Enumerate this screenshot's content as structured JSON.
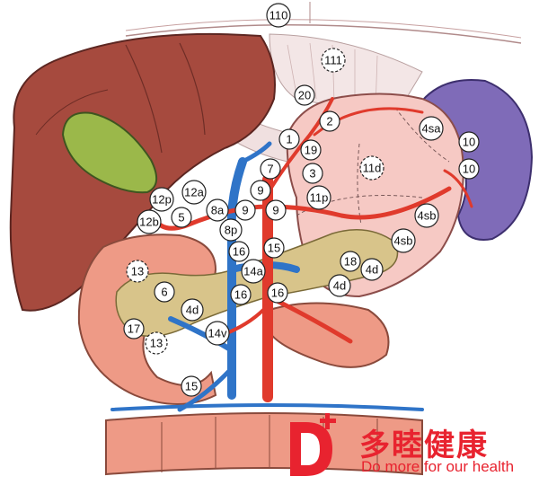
{
  "diagram": {
    "labels": {
      "l110": "110",
      "l111": "111",
      "l20": "20",
      "l2": "2",
      "l1": "1",
      "l19": "19",
      "l4sa": "4sa",
      "l10a": "10",
      "l10b": "10",
      "l7": "7",
      "l3": "3",
      "l11d": "11d",
      "l9a": "9",
      "l12a": "12a",
      "l12p": "12p",
      "l11p": "11p",
      "l8a": "8a",
      "l9b": "9",
      "l9c": "9",
      "l4sb_a": "4sb",
      "l12b": "12b",
      "l5": "5",
      "l8p": "8p",
      "l15a": "15",
      "l4sb_b": "4sb",
      "l16a": "16",
      "l18": "18",
      "l4d_a": "4d",
      "l13a": "13",
      "l14a": "14a",
      "l4d_b": "4d",
      "l6": "6",
      "l16b": "16",
      "l16c": "16",
      "l4d_c": "4d",
      "l17": "17",
      "l13b": "13",
      "l14v": "14v",
      "l15b": "15"
    }
  },
  "logo": {
    "cn_text": "多睦健康",
    "en_text": "Do more for our health",
    "color": "#e8232f"
  },
  "colors": {
    "liver": "#a64a3e",
    "gallbladder": "#9bb84a",
    "stomach": "#f6c9c4",
    "spleen": "#7f6bb8",
    "artery": "#e03a2c",
    "vein": "#2f74c8",
    "pancreas": "#d8c48a",
    "bowel": "#ee9a86"
  }
}
